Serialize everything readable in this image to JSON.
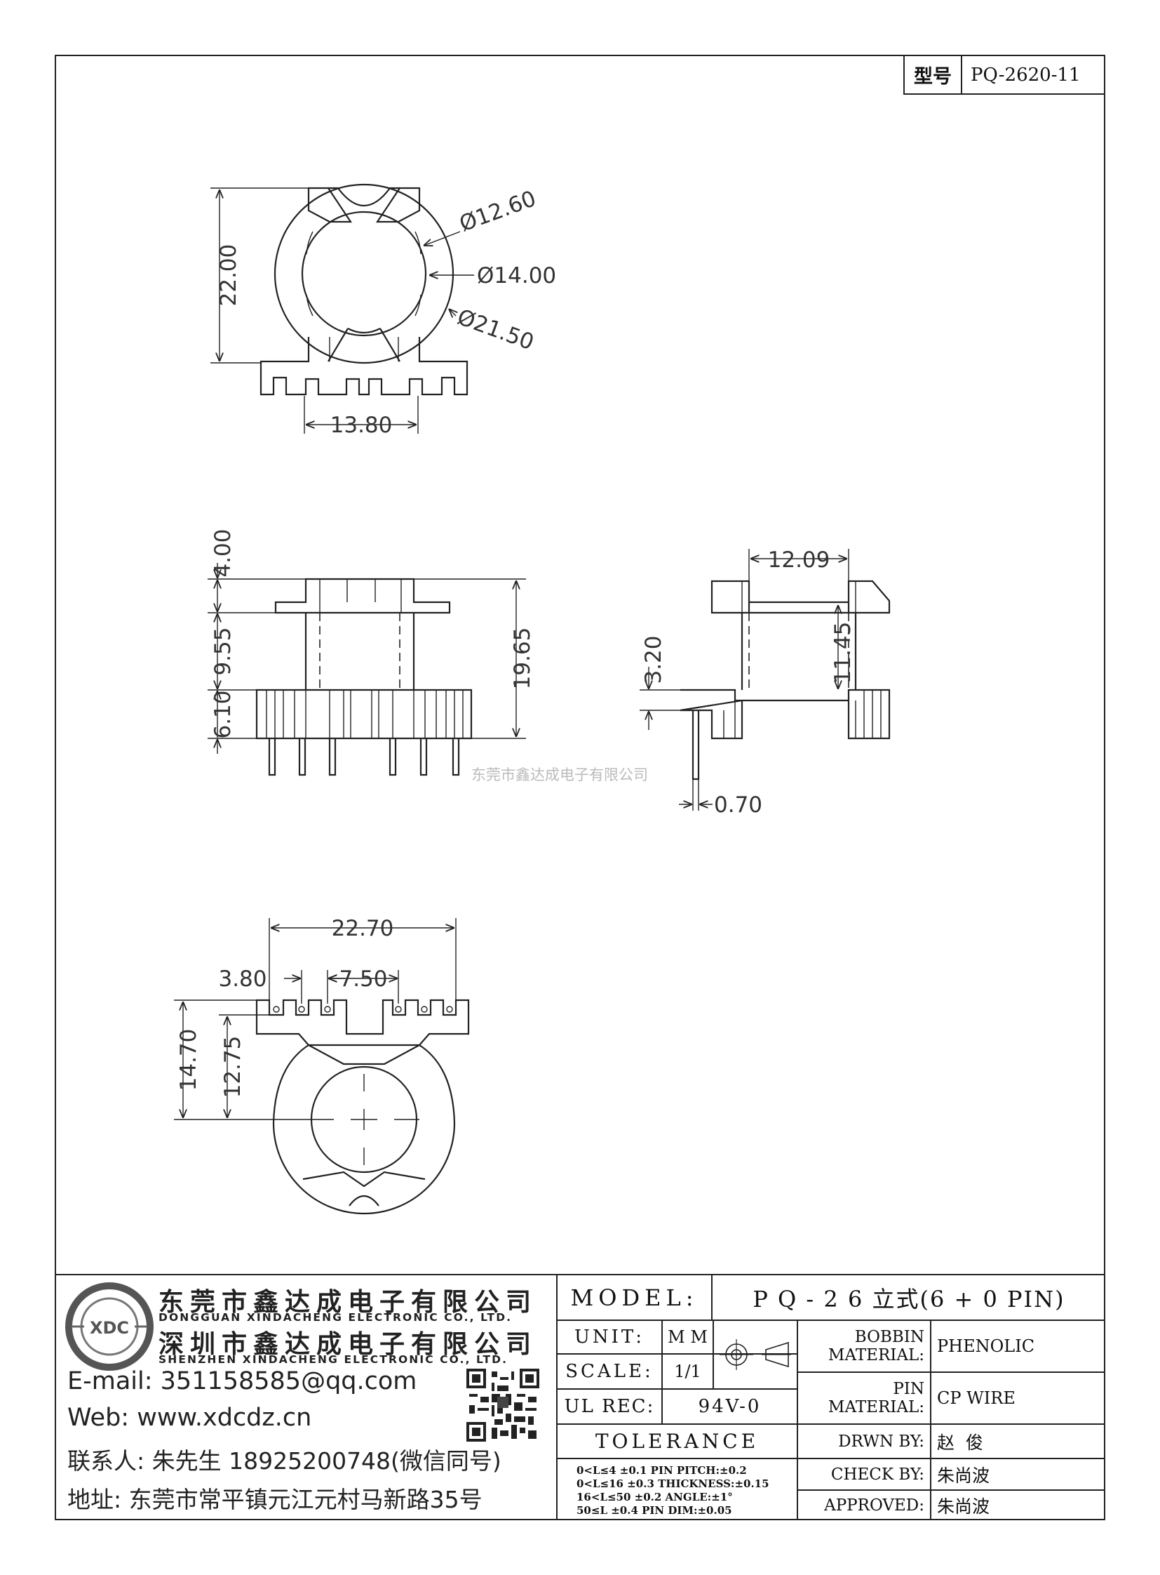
{
  "header": {
    "type_label": "型号",
    "part_number": "PQ-2620-11"
  },
  "views": {
    "top": {
      "dims": [
        "22.00",
        "Ø12.60",
        "Ø14.00",
        "Ø21.50",
        "13.80"
      ]
    },
    "front": {
      "dims": [
        "4.00",
        "9.55",
        "6.10",
        "19.65"
      ]
    },
    "side": {
      "dims": [
        "12.09",
        "3.20",
        "11.45",
        "0.70"
      ]
    },
    "bottom": {
      "dims": [
        "22.70",
        "3.80",
        "7.50",
        "14.70",
        "12.75"
      ]
    }
  },
  "watermark": "东莞市鑫达成电子有限公司",
  "company": {
    "name_dg_cn": "东莞市鑫达成电子有限公司",
    "name_dg_en": "DONGGUAN XINDACHENG ELECTRONIC CO., LTD.",
    "name_sz_cn": "深圳市鑫达成电子有限公司",
    "name_sz_en": "SHENZHEN XINDACHENG ELECTRONIC CO., LTD.",
    "logo_text": "XDC",
    "email": "E-mail: 351158585@qq.com",
    "web": "Web: www.xdcdz.cn",
    "contact": "联系人: 朱先生 18925200748(微信同号)",
    "address": "地址: 东莞市常平镇元江元村马新路35号"
  },
  "title_block": {
    "model_label": "MODEL:",
    "model_value": "P Q - 2 6 立式(6 + 0 PIN)",
    "unit_label": "UNIT:",
    "unit_value": "M M",
    "scale_label": "SCALE:",
    "scale_value": "1/1",
    "ul_label": "UL REC:",
    "ul_value": "94V-0",
    "tolerance_label": "TOLERANCE",
    "tolerance_rows": [
      "0<L≤4    ±0.1  PIN PITCH:±0.2",
      "0<L≤16   ±0.3  THICKNESS:±0.15",
      "16<L≤50  ±0.2  ANGLE:±1°",
      "50≤L     ±0.4  PIN DIM:±0.05"
    ],
    "bobbin_label_1": "BOBBIN",
    "bobbin_label_2": "MATERIAL:",
    "bobbin_value": "PHENOLIC",
    "pin_label_1": "PIN",
    "pin_label_2": "MATERIAL:",
    "pin_value": "CP WIRE",
    "drawn_label": "DRWN BY:",
    "drawn_value": "赵  俊",
    "check_label": "CHECK BY:",
    "check_value": "朱尚波",
    "approved_label": "APPROVED:",
    "approved_value": "朱尚波"
  }
}
